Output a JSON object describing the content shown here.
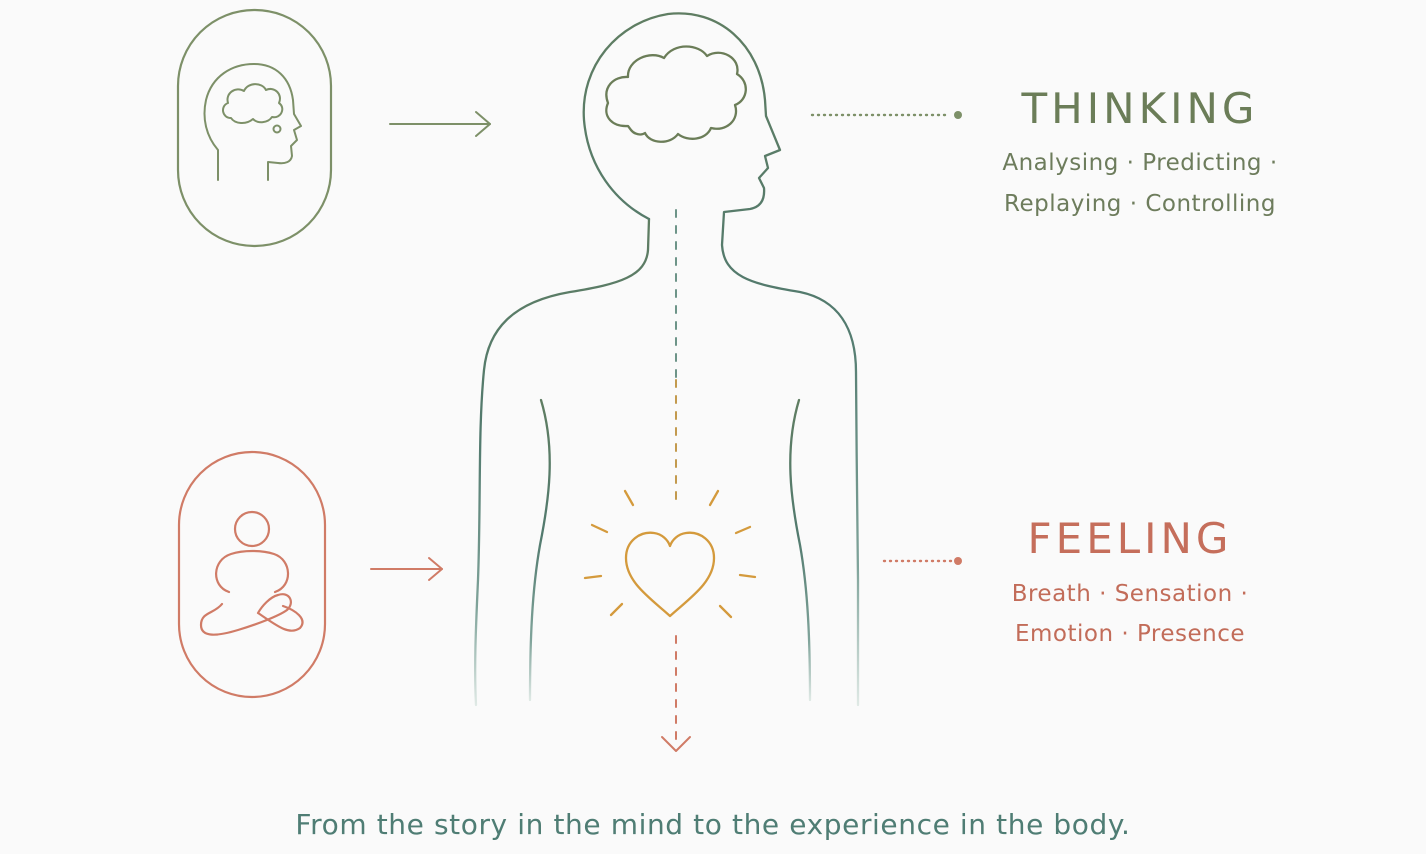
{
  "colors": {
    "thinking": "#6b7d58",
    "feeling": "#c56e5b",
    "body_outline": "#557a6e",
    "heart": "#d49a3c",
    "caption": "#4f7d74"
  },
  "icons": {
    "thinking_icon": "head-brain-icon",
    "feeling_icon": "meditation-person-icon",
    "heart_icon": "radiant-heart-icon"
  },
  "thinking": {
    "title": "THINKING",
    "line1": "Analysing · Predicting ·",
    "line2": "Replaying · Controlling"
  },
  "feeling": {
    "title": "FEELING",
    "line1": "Breath · Sensation ·",
    "line2": "Emotion · Presence"
  },
  "caption": "From the story in the mind to the experience in the body."
}
